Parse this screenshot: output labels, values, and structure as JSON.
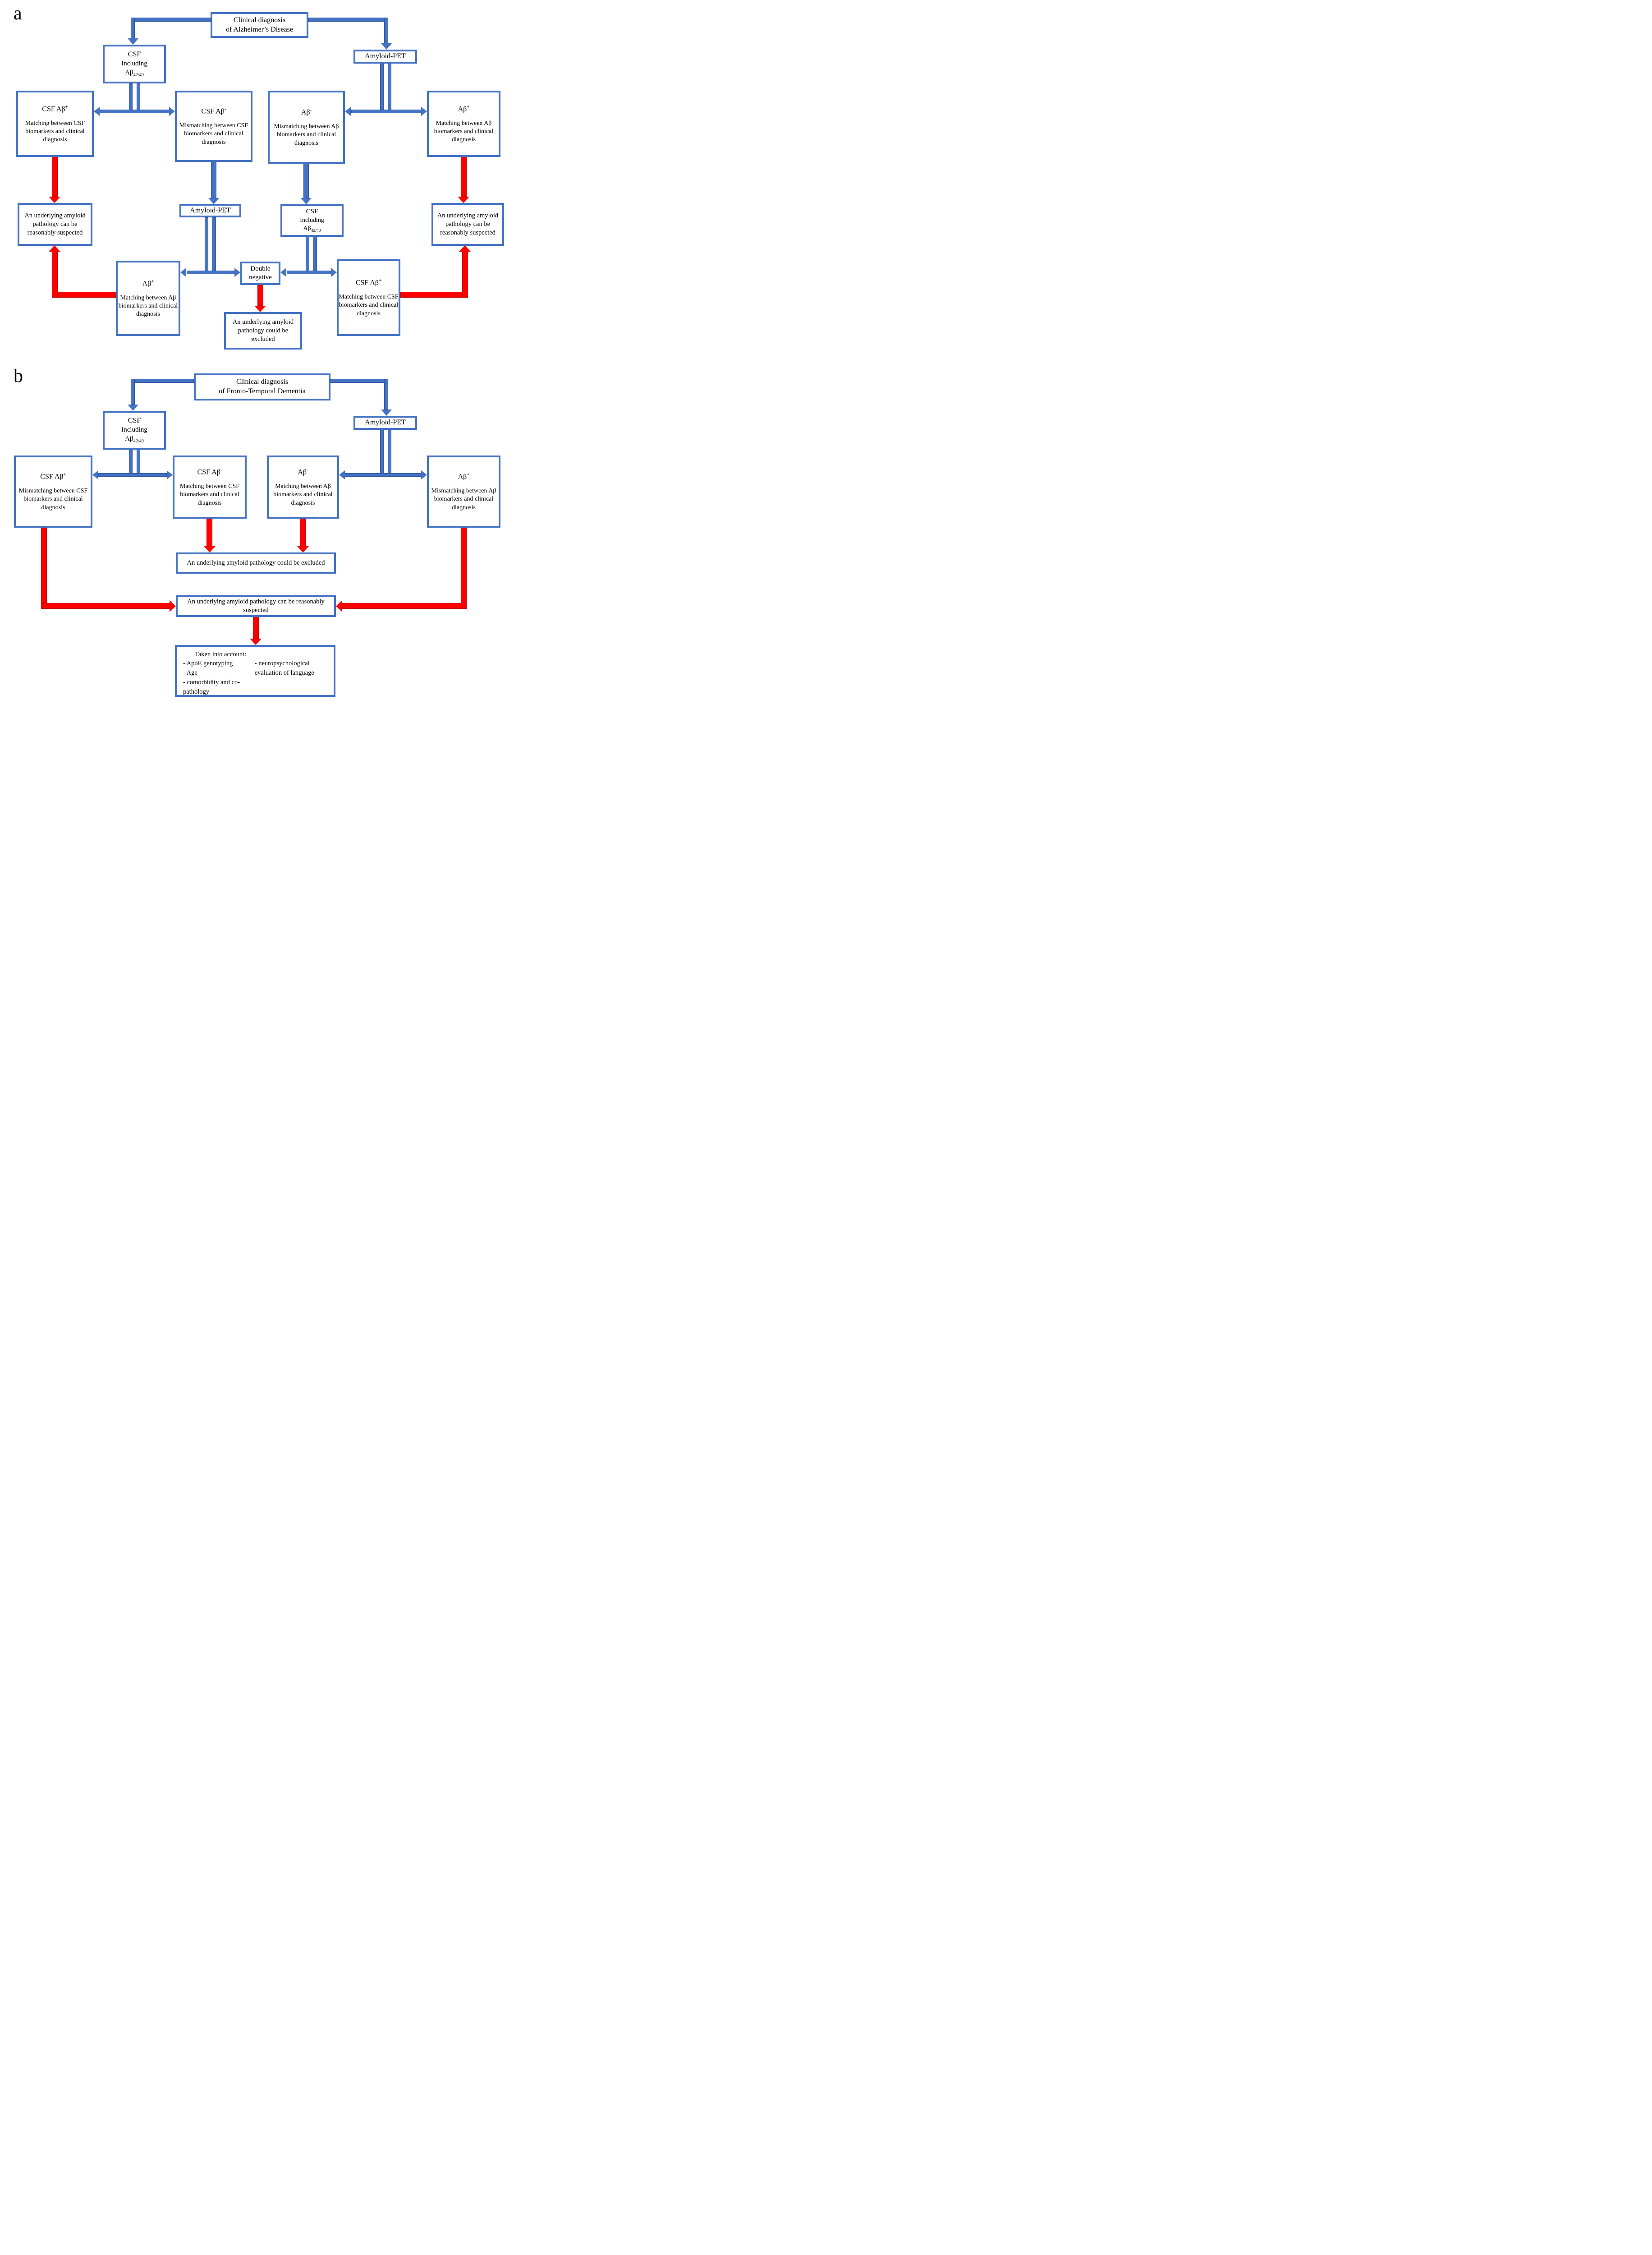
{
  "colors": {
    "box_border_blue": "#4472C4",
    "arrow_blue": "#4472C4",
    "arrow_blue_dark": "#2F5597",
    "arrow_red": "#FF0000",
    "arrow_red_dark": "#C00000",
    "text": "#000000"
  },
  "panel_a": {
    "label": "a",
    "title_l1": "Clinical diagnosis",
    "title_l2": "of Alzheimer’s Disease",
    "csf_top": {
      "l1": "CSF",
      "l2": "Including",
      "ab_base": "Aβ",
      "ab_sub": "42/40"
    },
    "amyloid_pet_top": "Amyloid-PET",
    "csf_ab_pos": {
      "t_base": "CSF Aβ",
      "t_sup": "+",
      "body": "Matching between CSF biomarkers and clinical diagnosis"
    },
    "csf_ab_neg": {
      "t_base": "CSF Aβ",
      "t_sup": "-",
      "body": "Mismatching between CSF biomarkers and clinical diagnosis"
    },
    "ab_neg": {
      "t_base": "Aβ",
      "t_sup": "-",
      "body": "Mismatching between Aβ biomarkers and clinical diagnosis"
    },
    "ab_pos": {
      "t_base": "Aβ",
      "t_sup": "+",
      "body": "Matching between Aβ biomarkers and clinical diagnosis"
    },
    "suspected_left": "An underlying amyloid pathology can be reasonably suspected",
    "amyloid_pet_mid": "Amyloid-PET",
    "csf_mid": {
      "l1": "CSF",
      "l2": "Including",
      "ab_base": "Aβ",
      "ab_sub": "42/40"
    },
    "suspected_right": "An underlying amyloid pathology can be reasonably suspected",
    "ab_pos_bottom": {
      "t_base": "Aβ",
      "t_sup": "+",
      "body": "Matching between Aβ biomarkers and clinical diagnosis"
    },
    "double_negative": "Double negative",
    "csf_ab_pos_bottom": {
      "t_base": "CSF Aβ",
      "t_sup": "+",
      "body": "Matching between CSF biomarkers and clinical diagnosis"
    },
    "excluded": "An underlying amyloid pathology could be excluded"
  },
  "panel_b": {
    "label": "b",
    "title_l1": "Clinical diagnosis",
    "title_l2": "of Fronto-Temporal Dementia",
    "csf_top": {
      "l1": "CSF",
      "l2": "Including",
      "ab_base": "Aβ",
      "ab_sub": "42/40"
    },
    "amyloid_pet_top": "Amyloid-PET",
    "csf_ab_pos": {
      "t_base": "CSF Aβ",
      "t_sup": "+",
      "body": "Mismatching between CSF biomarkers and clinical diagnosis"
    },
    "csf_ab_neg": {
      "t_base": "CSF Aβ",
      "t_sup": "-",
      "body": "Matching between CSF biomarkers and clinical diagnosis"
    },
    "ab_neg": {
      "t_base": "Aβ",
      "t_sup": "-",
      "body": "Matching between Aβ biomarkers and clinical diagnosis"
    },
    "ab_pos": {
      "t_base": "Aβ",
      "t_sup": "+",
      "body": "Mismatching between Aβ biomarkers and clinical diagnosis"
    },
    "excluded": "An underlying amyloid pathology could be excluded",
    "suspected": "An underlying amyloid pathology can be reasonably suspected",
    "taken": {
      "heading": "Taken into account:",
      "left_items": [
        "- ApoE genotyping",
        "- Age",
        "- comorbidity and co-pathology"
      ],
      "right_items": [
        "- neuropsychological evaluation of language"
      ]
    }
  }
}
